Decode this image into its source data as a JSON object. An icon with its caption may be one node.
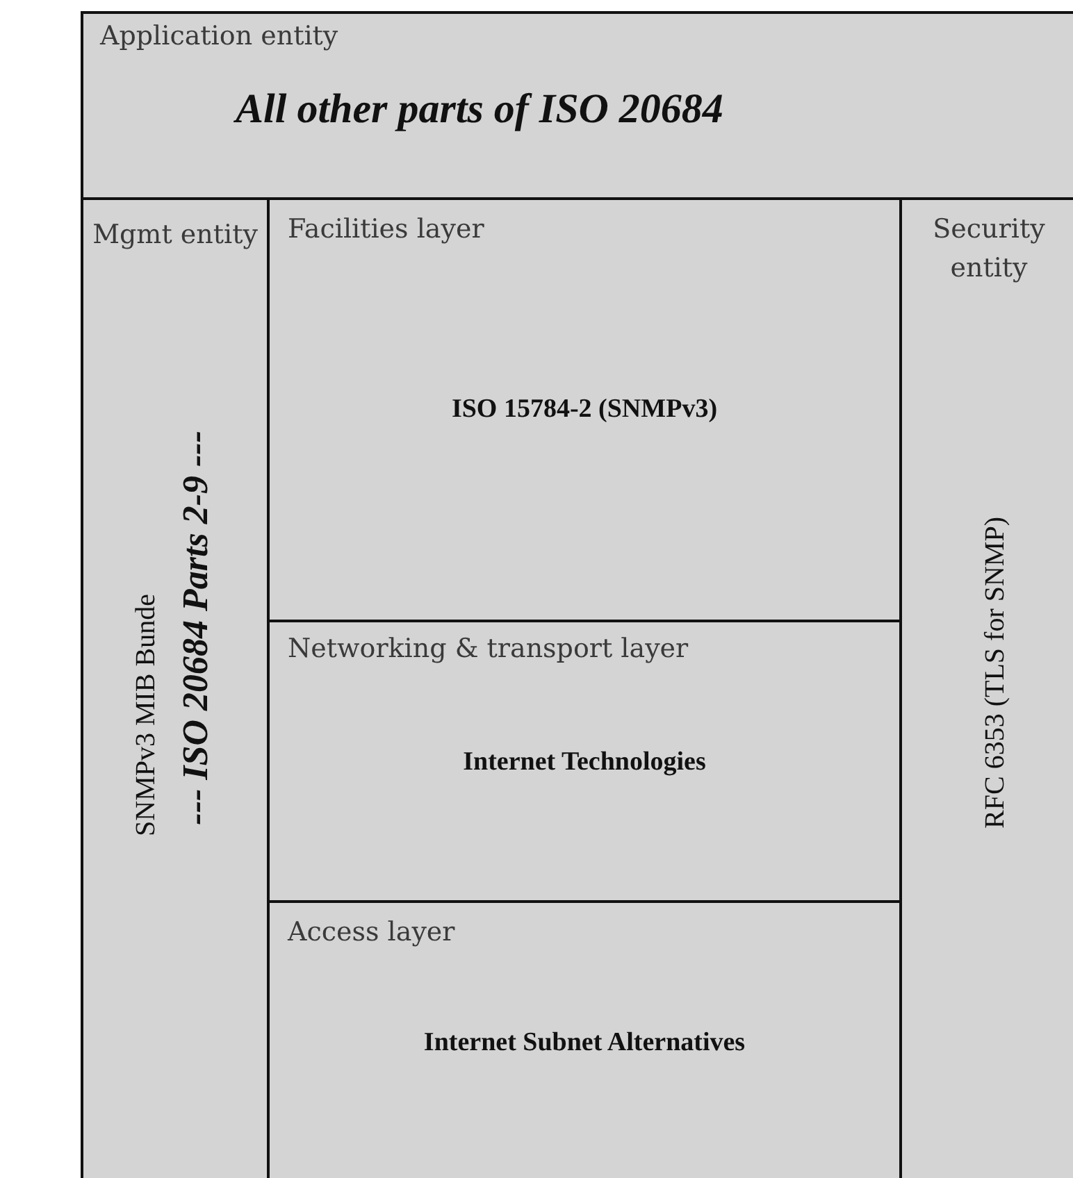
{
  "diagram": {
    "nodes": [
      {
        "text": [
          "Application entity",
          "All other parts of ISO 20684"
        ]
      },
      {
        "text": [
          "Mgmt entity",
          "SNMPv3 MIB Bunde",
          "--- ISO 20684 Parts 2-9 ---"
        ]
      },
      {
        "text": [
          "Facilities layer",
          "ISO 15784-2 (SNMPv3)"
        ]
      },
      {
        "text": [
          "Networking & transport layer",
          "Internet Technologies"
        ]
      },
      {
        "text": [
          "Access layer",
          "Internet Subnet Alternatives"
        ]
      },
      {
        "text": [
          "Security entity",
          "RFC 6353 (TLS for SNMP)"
        ]
      }
    ]
  }
}
